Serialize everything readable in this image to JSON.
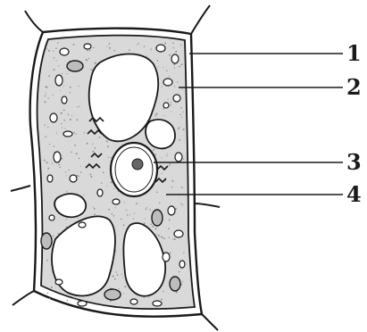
{
  "callouts": [
    {
      "id": "1",
      "label": "1"
    },
    {
      "id": "2",
      "label": "2"
    },
    {
      "id": "3",
      "label": "3"
    },
    {
      "id": "4",
      "label": "4"
    }
  ],
  "colors": {
    "ink": "#1a1a1a",
    "cytoplasm": "#d9d9d9",
    "vacuole": "#ffffff",
    "background": "#ffffff"
  }
}
